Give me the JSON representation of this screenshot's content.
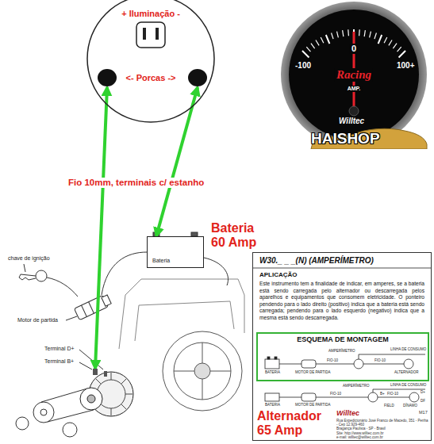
{
  "diagram": {
    "nodes": [
      {
        "text": [
          "+ Iluminação -",
          "<- Porcas ->"
        ]
      },
      {
        "text": [
          "-100",
          "0",
          "100+",
          "Racing",
          "AMP."
        ]
      },
      {
        "text": [
          "Bateria 60 Amp",
          "Bateria"
        ]
      },
      {
        "text": [
          "W30._ _ _(N) (AMPERÍMETRO)",
          "APLICAÇÃO",
          "Este instrumento tem a finalidade de indicar, em amperes, se a bateria está sendo carregada pelo alternador ou descarregada pelos aparelhos e equipamentos que consomem eletricidade. O ponteiro pendendo para o lado direito (positivo) indica que a bateria está sendo carregada; pendendo para o lado esquerdo (negativo) indica que a mesma está sendo descarregada."
        ]
      },
      {
        "text": [
          "ESQUEMA DE MONTAGEM"
        ],
        "in": 3
      },
      {
        "text": [
          "Alternador 65 Amp"
        ]
      }
    ],
    "edges": [
      {
        "from": 0,
        "to": 2,
        "arrow": "both"
      },
      {
        "from": 0,
        "to": 5,
        "arrow": "both"
      }
    ],
    "labels": [
      "Fio 10mm, terminais c/ estanho",
      "chave de ignição",
      "Motor de partida",
      "Terminal D+",
      "Terminal B+",
      "Willtec",
      "HAISHOP",
      "LINHA DE CONSUMO",
      "AMPERÍMETRO",
      "FIO-10",
      "BATERIA",
      "MOTOR DE PARTIDA",
      "FIO-10",
      "ALTERNADOR",
      "LINHA DE CONSUMO",
      "AMPERÍMETRO",
      "FIO-10",
      "B+",
      "FIO-10",
      "BATERIA",
      "MOTOR DE PARTIDA",
      "D+",
      "DF",
      "FIELD",
      "DÍNAMO",
      "M17",
      "Willtec",
      "Rua Expedicionário José Franco de Macedo, 351 - Penha - Cep 12.929-460",
      "Bragança Paulista - SP - Brasil",
      "Site: http://www.willtec.com.br",
      "e-mail: willtec@willtec.com.br"
    ]
  }
}
